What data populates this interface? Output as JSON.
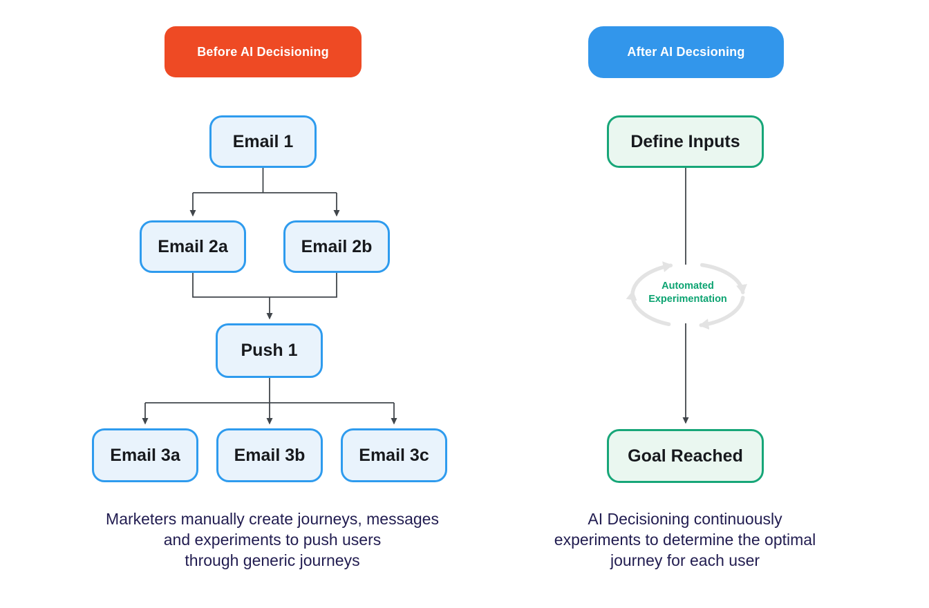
{
  "left_panel": {
    "badge": {
      "label": "Before AI Decisioning",
      "bg": "#EE4A24"
    },
    "nodes": [
      {
        "id": "email1",
        "label": "Email 1"
      },
      {
        "id": "email2a",
        "label": "Email 2a"
      },
      {
        "id": "email2b",
        "label": "Email 2b"
      },
      {
        "id": "push1",
        "label": "Push 1"
      },
      {
        "id": "email3a",
        "label": "Email 3a"
      },
      {
        "id": "email3b",
        "label": "Email 3b"
      },
      {
        "id": "email3c",
        "label": "Email 3c"
      }
    ],
    "caption_lines": [
      "Marketers manually create journeys, messages",
      "and experiments to push users",
      "through generic journeys"
    ]
  },
  "right_panel": {
    "badge": {
      "label": "After AI Decsioning",
      "bg": "#3296EB"
    },
    "nodes": [
      {
        "id": "define_inputs",
        "label": "Define Inputs"
      },
      {
        "id": "goal_reached",
        "label": "Goal Reached"
      }
    ],
    "loop_label_lines": [
      "Automated",
      "Experimentation"
    ],
    "caption_lines": [
      "AI Decisioning continuously",
      "experiments to determine the optimal",
      "journey for each user"
    ]
  },
  "colors": {
    "badge_red": "#EE4A24",
    "badge_blue": "#3296EB",
    "node_blue_border": "#2E9BEE",
    "node_blue_fill": "#E9F3FC",
    "node_green_border": "#17A678",
    "node_green_fill": "#EAF7F0",
    "node_text": "#17191D",
    "connector": "#41464B",
    "loop_gray": "#E3E3E3",
    "loop_text_green": "#0CA371",
    "caption_navy": "#211C50",
    "background": "#FFFFFF"
  }
}
